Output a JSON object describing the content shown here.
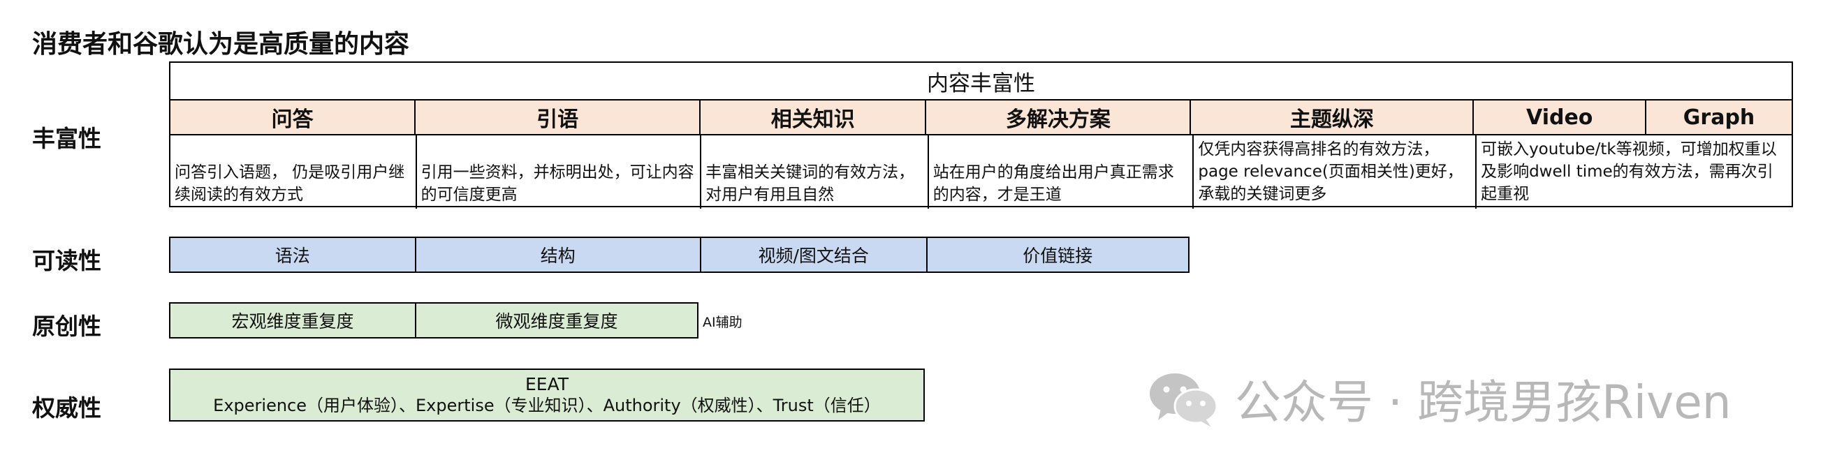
{
  "title": "消费者和谷歌认为是高质量的内容",
  "rows": {
    "richness": {
      "label": "丰富性",
      "group_header": "内容丰富性",
      "columns": [
        {
          "name": "问答",
          "desc": "问答引入语题， 仍是吸引用户继续阅读的有效方式"
        },
        {
          "name": "引语",
          "desc": "引用一些资料，并标明出处，可让内容的可信度更高"
        },
        {
          "name": "相关知识",
          "desc": "丰富相关关键词的有效方法，对用户有用且自然"
        },
        {
          "name": "多解决方案",
          "desc": "站在用户的角度给出用户真正需求的内容，才是王道"
        },
        {
          "name": "主题纵深",
          "desc": "仅凭内容获得高排名的有效方法，page relevance(页面相关性)更好，承载的关键词更多"
        },
        {
          "name": "Video",
          "name2": "Graph",
          "desc": "可嵌入youtube/tk等视频，可增加权重以及影响dwell time的有效方法，需再次引起重视"
        }
      ]
    },
    "readability": {
      "label": "可读性",
      "items": [
        "语法",
        "结构",
        "视频/图文结合",
        "价值链接"
      ]
    },
    "originality": {
      "label": "原创性",
      "items": [
        "宏观维度重复度",
        "微观维度重复度"
      ],
      "note": "AI辅助"
    },
    "authority": {
      "label": "权威性",
      "heading": "EEAT",
      "detail": "Experience（用户体验）、Expertise（专业知识）、Authority（权威性）、Trust（信任）"
    }
  },
  "watermark": "公众号 · 跨境男孩Riven",
  "colors": {
    "header_orange": "#fbe5d6",
    "readability_blue": "#c9d9f2",
    "originality_green": "#dbecd4",
    "watermark_gray": "#b8b8b8"
  }
}
